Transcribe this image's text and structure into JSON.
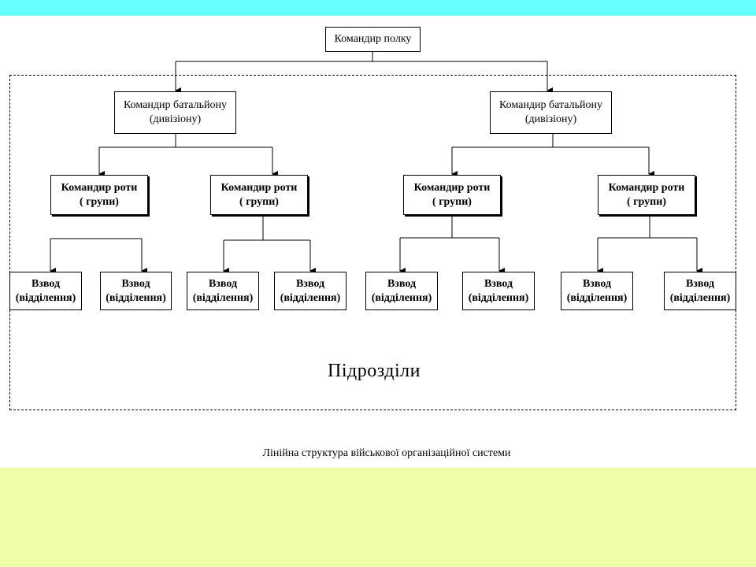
{
  "colors": {
    "top_band": "#66ffff",
    "bottom_band": "#eeffa8",
    "line": "#000000"
  },
  "regiment": {
    "line1": "Командир полку"
  },
  "battalions": [
    {
      "line1": "Командир батальйону",
      "line2": "(дивізіону)"
    },
    {
      "line1": "Командир батальйону",
      "line2": "(дивізіону)"
    }
  ],
  "companies": [
    {
      "line1": "Командир роти",
      "line2": "( групи)"
    },
    {
      "line1": "Командир роти",
      "line2": "( групи)"
    },
    {
      "line1": "Командир роти",
      "line2": "( групи)"
    },
    {
      "line1": "Командир роти",
      "line2": "( групи)"
    }
  ],
  "platoons": [
    {
      "line1": "Взвод",
      "line2": "(відділення)"
    },
    {
      "line1": "Взвод",
      "line2": "(відділення)"
    },
    {
      "line1": "Взвод",
      "line2": "(відділення)"
    },
    {
      "line1": "Взвод",
      "line2": "(відділення)"
    },
    {
      "line1": "Взвод",
      "line2": "(відділення)"
    },
    {
      "line1": "Взвод",
      "line2": "(відділення)"
    },
    {
      "line1": "Взвод",
      "line2": "(відділення)"
    },
    {
      "line1": "Взвод",
      "line2": "(відділення)"
    }
  ],
  "units_label": "Підрозділи",
  "caption": "Лінійна структура військової організаційної системи"
}
